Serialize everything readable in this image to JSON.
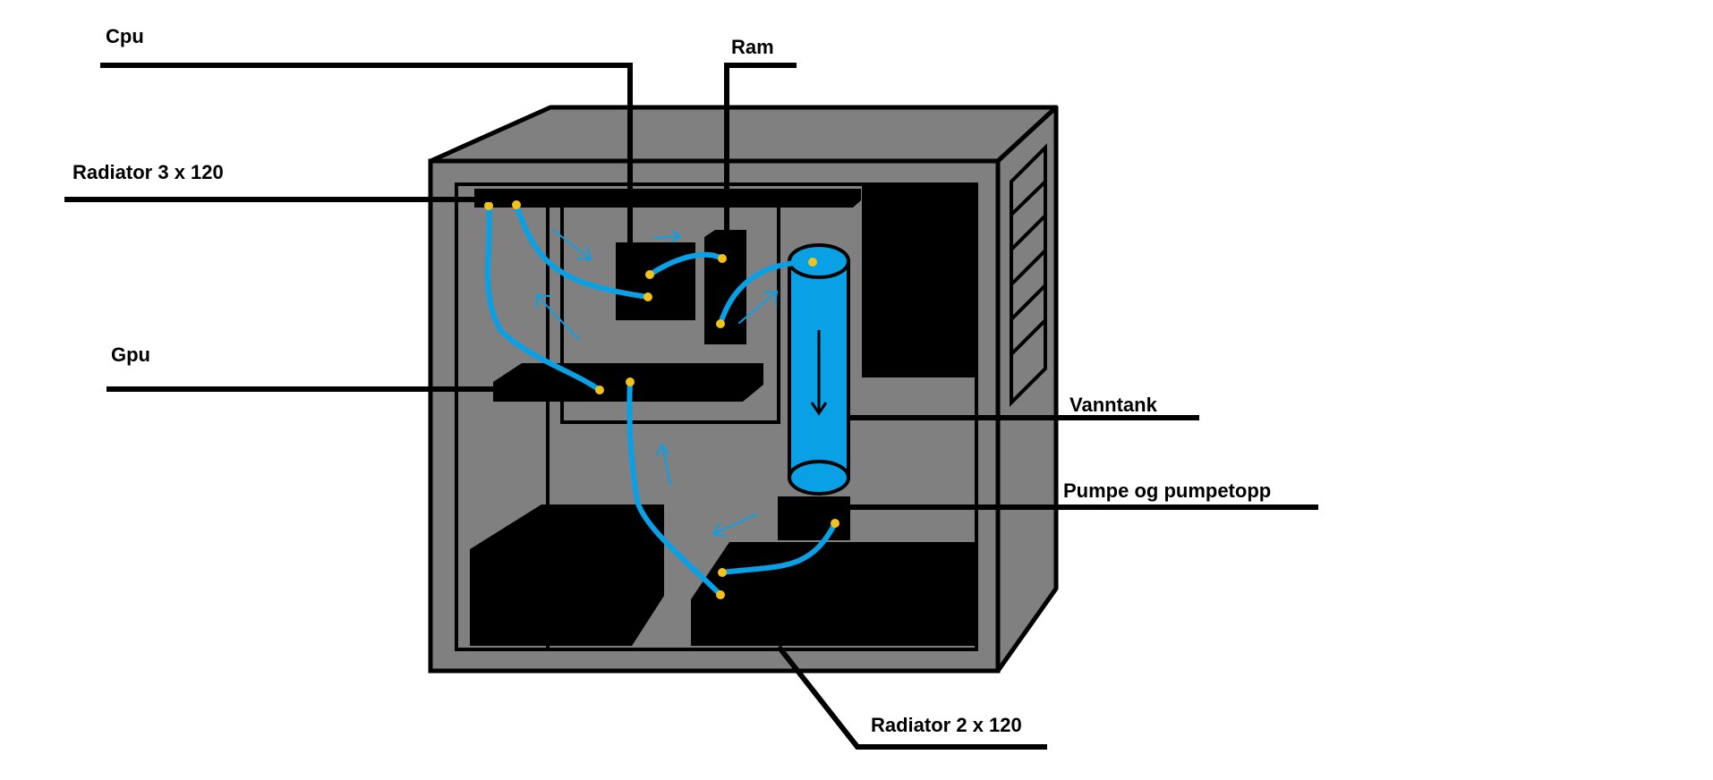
{
  "labels": {
    "cpu": "Cpu",
    "ram": "Ram",
    "radiator_top": "Radiator 3 x 120",
    "gpu": "Gpu",
    "vanntank": "Vanntank",
    "pump": "Pumpe og pumpetopp",
    "radiator_bottom": "Radiator 2 x 120"
  },
  "colors": {
    "case": "#808080",
    "outline": "#000000",
    "tube": "#0aa0e6",
    "fitting": "#f2c21b",
    "background": "#ffffff"
  }
}
